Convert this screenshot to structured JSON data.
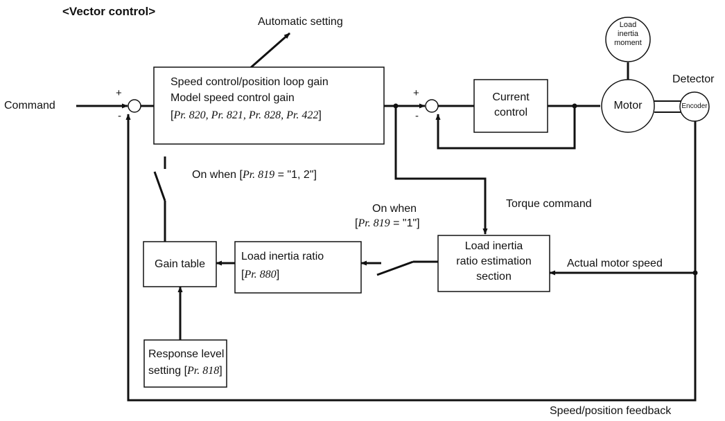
{
  "title": "<Vector control>",
  "labels": {
    "automatic_setting": "Automatic setting",
    "command": "Command",
    "load_inertia_moment": [
      "Load",
      "inertia",
      "moment"
    ],
    "detector": "Detector",
    "torque_command": "Torque command",
    "actual_motor_speed": "Actual motor speed",
    "speed_position_feedback": "Speed/position feedback",
    "on_when_1_2": {
      "prefix": "On when [",
      "pr": "Pr. 819",
      "suffix": " = \"1, 2\"]"
    },
    "on_when_1_line1": "On when",
    "on_when_1_line2": {
      "prefix": "[",
      "pr": "Pr. 819",
      "suffix": " = \"1\"]"
    }
  },
  "blocks": {
    "gain_setting": {
      "line1": "Speed control/position loop gain",
      "line2": "Model speed control gain",
      "line3": {
        "open": "[",
        "params": "Pr. 820, Pr. 821, Pr. 828, Pr. 422",
        "close": "]"
      }
    },
    "current_control": {
      "line1": "Current",
      "line2": "control"
    },
    "motor": "Motor",
    "encoder": "Encoder",
    "gain_table": "Gain table",
    "load_inertia_ratio": {
      "line1": "Load inertia ratio",
      "line2_open": "[",
      "line2_pr": "Pr. 880",
      "line2_close": "]"
    },
    "estimation": {
      "line1": "Load inertia",
      "line2": "ratio estimation",
      "line3": "section"
    },
    "response_level": {
      "line1": "Response level",
      "line2_prefix": "setting [",
      "line2_pr": "Pr. 818",
      "line2_suffix": "]"
    }
  },
  "summing_signs": {
    "plus": "+",
    "minus": "-"
  }
}
